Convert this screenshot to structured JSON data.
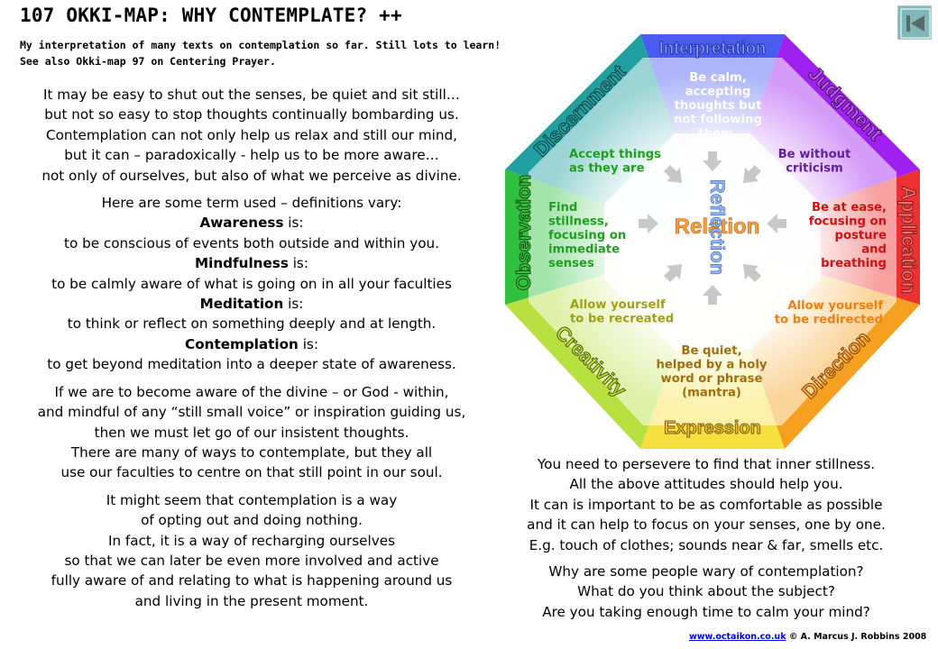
{
  "header": {
    "title": "107 OKKI-MAP: WHY CONTEMPLATE? ++",
    "subtitle_lines": [
      "My interpretation of many texts on contemplation so far. Still lots to learn!",
      "See also Okki-map 97 on Centering Prayer."
    ]
  },
  "left_text": {
    "para1": [
      "It may be easy to shut out the senses, be quiet and sit still…",
      "but not so easy to stop thoughts continually bombarding us.",
      "Contemplation can not only help us relax and still our mind,",
      "but it can – paradoxically - help us to be more aware…",
      "not only of ourselves, but also of what we perceive as divine."
    ],
    "intro": "Here are some term used – definitions vary:",
    "terms": [
      {
        "term": "Awareness",
        "suffix": " is:",
        "definition": "to be conscious of events both outside and within you."
      },
      {
        "term": "Mindfulness",
        "suffix": " is:",
        "definition": "to be calmly aware of what is going on in all your faculties"
      },
      {
        "term": "Meditation",
        "suffix": " is:",
        "definition": "to think or reflect on something deeply and at length."
      },
      {
        "term": "Contemplation",
        "suffix": " is:",
        "definition": "to get beyond meditation into a deeper state of awareness."
      }
    ],
    "para3": [
      "If we are to become aware of the divine – or God - within,",
      "and mindful of any “still small voice” or inspiration guiding us,",
      "then we must let go of our insistent thoughts.",
      "There are many of ways to contemplate, but they all",
      "use our faculties to centre on that still point in our soul."
    ],
    "para4": [
      "It might seem that contemplation is a way",
      "of opting out and doing nothing.",
      "In fact, it is a way of recharging ourselves",
      "so that we can later be even more involved and active",
      "fully aware of and relating to what is happening around us",
      "and living in the present moment."
    ]
  },
  "right_text": {
    "para1": [
      "You need to persevere to find that inner stillness.",
      "All the above attitudes should help you.",
      "It can is important to be as comfortable as possible",
      "and it can help to focus on your senses, one by one.",
      "E.g. touch of clothes; sounds near & far, smells etc."
    ],
    "para2": [
      "Why are some people wary of contemplation?",
      "What do you think about the subject?",
      "Are you taking enough time to calm your mind?"
    ]
  },
  "diagram": {
    "center_word_horizontal": "Relation",
    "center_word_vertical": "Reflection",
    "labels": {
      "interpretation": "Interpretation",
      "judgment": "Judgment",
      "application": "Application",
      "direction": "Direction",
      "expression": "Expression",
      "creativity": "Creativity",
      "observation": "Observation",
      "discernment": "Discernment"
    },
    "texts": {
      "top": [
        "Be calm,",
        "accepting",
        "thoughts but",
        "not following",
        "them."
      ],
      "top_right": [
        "Be without",
        "criticism"
      ],
      "right": [
        "Be at ease,",
        "focusing on",
        "posture",
        "and",
        "breathing"
      ],
      "bottom_right": [
        "Allow yourself",
        "to be redirected"
      ],
      "bottom": [
        "Be quiet,",
        "helped by a holy",
        "word or phrase",
        "(mantra)"
      ],
      "bottom_left": [
        "Allow yourself",
        "to be recreated"
      ],
      "left": [
        "Find",
        "stillness,",
        "focusing on",
        "immediate",
        "senses"
      ],
      "top_left": [
        "Accept things",
        "as they are"
      ]
    },
    "colors": {
      "top": "#4a5cf0",
      "top_right": "#a020f0",
      "right": "#f03030",
      "bottom_right": "#f5a020",
      "bottom": "#f5e040",
      "bottom_left": "#b8e040",
      "left": "#30c040",
      "top_left": "#20a0a0"
    }
  },
  "footer": {
    "link": "www.octaikon.co.uk",
    "copyright": " © A. Marcus J. Robbins 2008"
  }
}
